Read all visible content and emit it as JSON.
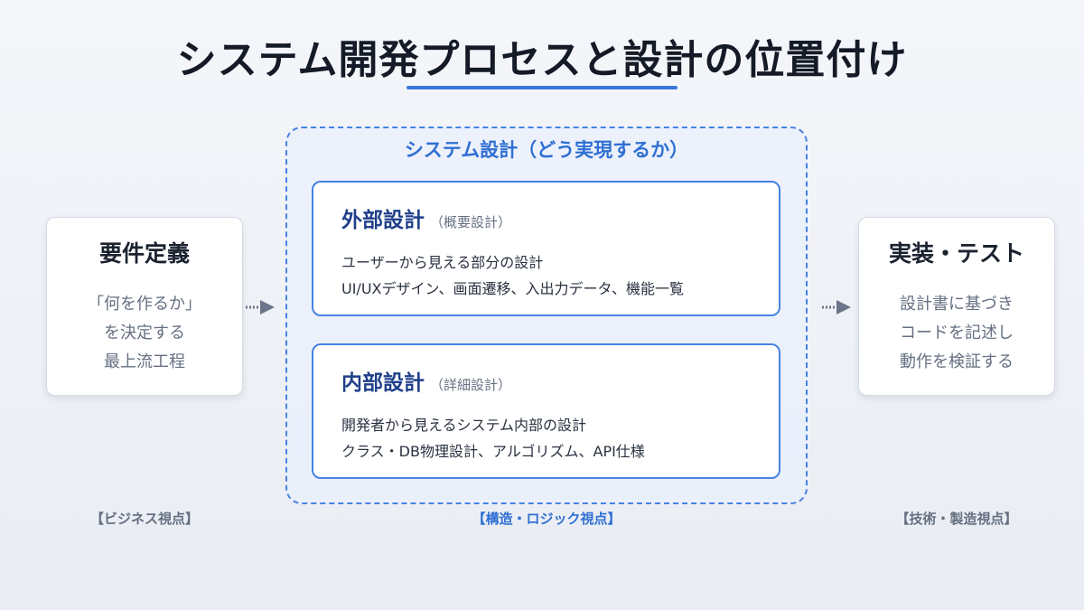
{
  "title": "システム開発プロセスと設計の位置付け",
  "colors": {
    "accent": "#3b78db",
    "frame_border": "#4682e2",
    "frame_title": "#2f6fd3",
    "inner_title": "#1f3f8a",
    "muted_text": "#667082",
    "arrow": "#6b7689"
  },
  "requirements": {
    "title": "要件定義",
    "lines": [
      "「何を作るか」",
      "を決定する",
      "最上流工程"
    ]
  },
  "system_design": {
    "title": "システム設計（どう実現するか）",
    "external": {
      "title": "外部設計",
      "subtitle": "（概要設計）",
      "lines": [
        "ユーザーから見える部分の設計",
        "UI/UXデザイン、画面遷移、入出力データ、機能一覧"
      ]
    },
    "internal": {
      "title": "内部設計",
      "subtitle": "（詳細設計）",
      "lines": [
        "開発者から見えるシステム内部の設計",
        "クラス・DB物理設計、アルゴリズム、API仕様"
      ]
    }
  },
  "implementation": {
    "title": "実装・テスト",
    "lines": [
      "設計書に基づき",
      "コードを記述し",
      "動作を検証する"
    ]
  },
  "perspectives": {
    "business": "【ビジネス視点】",
    "structure": "【構造・ロジック視点】",
    "technical": "【技術・製造視点】"
  },
  "icons": {
    "flow_arrow": "arrow-right-icon"
  }
}
